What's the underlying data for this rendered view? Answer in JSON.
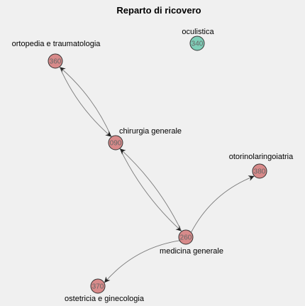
{
  "title": "Reparto di ricovero",
  "colors": {
    "background": "#f0f0f0",
    "node_default": "#d88a8a",
    "node_isolated": "#7fcfb8",
    "node_stroke": "#333333",
    "edge": "#7a7a7a"
  },
  "nodes": [
    {
      "id": "oculistica",
      "label": "oculistica",
      "badge": "340",
      "type": "isolated"
    },
    {
      "id": "ortopedia",
      "label": "ortopedia e traumatologia",
      "badge": "360",
      "type": "default"
    },
    {
      "id": "chirurgia",
      "label": "chirurgia generale",
      "badge": "090",
      "type": "default"
    },
    {
      "id": "otorino",
      "label": "otorinolaringoiatria",
      "badge": "380",
      "type": "default"
    },
    {
      "id": "medicina",
      "label": "medicina generale",
      "badge": "260",
      "type": "default"
    },
    {
      "id": "ostetricia",
      "label": "ostetricia e ginecologia",
      "badge": "370",
      "type": "default"
    }
  ],
  "edges": [
    {
      "from": "chirurgia",
      "to": "ortopedia"
    },
    {
      "from": "ortopedia",
      "to": "chirurgia"
    },
    {
      "from": "chirurgia",
      "to": "medicina"
    },
    {
      "from": "medicina",
      "to": "chirurgia"
    },
    {
      "from": "medicina",
      "to": "otorino"
    },
    {
      "from": "medicina",
      "to": "ostetricia"
    }
  ]
}
